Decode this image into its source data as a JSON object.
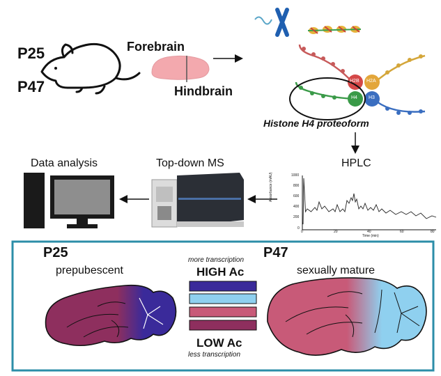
{
  "workflow": {
    "age_p25": "P25",
    "age_p47": "P47",
    "forebrain": "Forebrain",
    "hindbrain": "Hindbrain",
    "histone_labels": [
      "H2B",
      "H2A",
      "H4",
      "H3"
    ],
    "histone_caption": "Histone H4 proteoform",
    "hplc": "HPLC",
    "topdown": "Top-down MS",
    "data_analysis": "Data analysis",
    "chromatogram": {
      "ylabel": "Absorbance (mAU)",
      "xlabel": "Time (min)",
      "x_ticks": [
        "0",
        "20",
        "40",
        "60",
        "80"
      ],
      "y_ticks": [
        "1000",
        "800",
        "600",
        "400",
        "200",
        "0"
      ]
    }
  },
  "comparison": {
    "left_age": "P25",
    "left_label": "prepubescent",
    "right_age": "P47",
    "right_label": "sexually mature",
    "top_note": "more transcription",
    "high": "HIGH Ac",
    "low": "LOW Ac",
    "bottom_note": "less transcription",
    "scale_colors": [
      "#3a2a9a",
      "#8fd0ef",
      "#c85a78",
      "#8e2f5e"
    ]
  }
}
